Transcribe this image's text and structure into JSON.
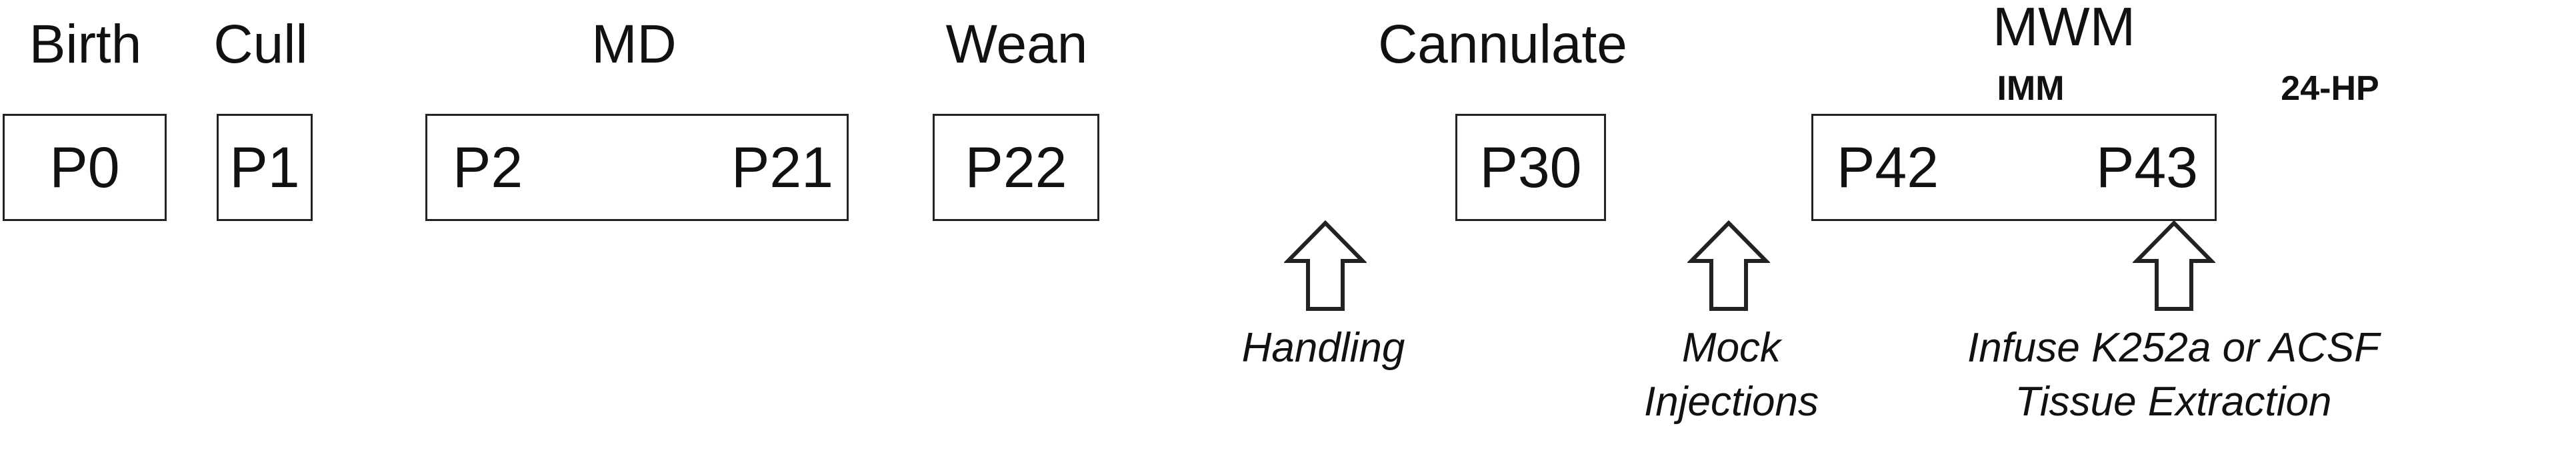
{
  "stages": {
    "birth": {
      "label": "Birth",
      "day": "P0"
    },
    "cull": {
      "label": "Cull",
      "day": "P1"
    },
    "md": {
      "label": "MD",
      "start": "P2",
      "end": "P21"
    },
    "wean": {
      "label": "Wean",
      "day": "P22"
    },
    "cannulate": {
      "label": "Cannulate",
      "day": "P30"
    },
    "mwm": {
      "label": "MWM",
      "sub_left": "IMM",
      "sub_right": "24-HP",
      "start": "P42",
      "end": "P43"
    }
  },
  "annotations": {
    "handling": {
      "line1": "Handling"
    },
    "mock": {
      "line1": "Mock",
      "line2": "Injections"
    },
    "infuse": {
      "line1": "Infuse K252a or ACSF",
      "line2": "Tissue Extraction"
    }
  },
  "colors": {
    "stroke": "#222222",
    "text": "#111111",
    "background": "#ffffff"
  }
}
